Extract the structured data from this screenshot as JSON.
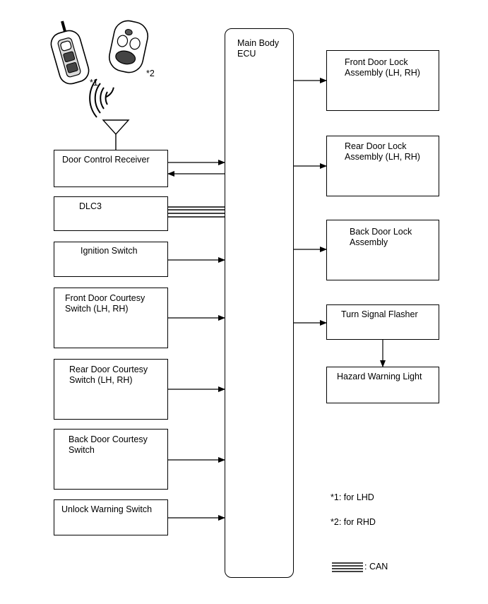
{
  "ecu": {
    "label": "Main Body\nECU"
  },
  "left_boxes": [
    {
      "id": "door-control-receiver",
      "label": "Door Control Receiver"
    },
    {
      "id": "dlc3",
      "label": "DLC3"
    },
    {
      "id": "ignition-switch",
      "label": "Ignition Switch"
    },
    {
      "id": "front-door-courtesy-switch",
      "label": "Front Door Courtesy\nSwitch (LH, RH)"
    },
    {
      "id": "rear-door-courtesy-switch",
      "label": "Rear Door Courtesy\nSwitch (LH, RH)"
    },
    {
      "id": "back-door-courtesy-switch",
      "label": "Back Door Courtesy\nSwitch"
    },
    {
      "id": "unlock-warning-switch",
      "label": "Unlock Warning Switch"
    }
  ],
  "right_boxes": [
    {
      "id": "front-door-lock-assembly",
      "label": "Front Door Lock\nAssembly (LH, RH)"
    },
    {
      "id": "rear-door-lock-assembly",
      "label": "Rear Door Lock\nAssembly (LH, RH)"
    },
    {
      "id": "back-door-lock-assembly",
      "label": "Back Door Lock\nAssembly"
    },
    {
      "id": "turn-signal-flasher",
      "label": "Turn Signal Flasher"
    },
    {
      "id": "hazard-warning-light",
      "label": "Hazard Warning Light"
    }
  ],
  "transmitters": {
    "lhd_mark": "*1",
    "rhd_mark": "*2"
  },
  "notes": {
    "lhd": "*1: for LHD",
    "rhd": "*2: for RHD"
  },
  "legend": {
    "can_label": ": CAN"
  }
}
